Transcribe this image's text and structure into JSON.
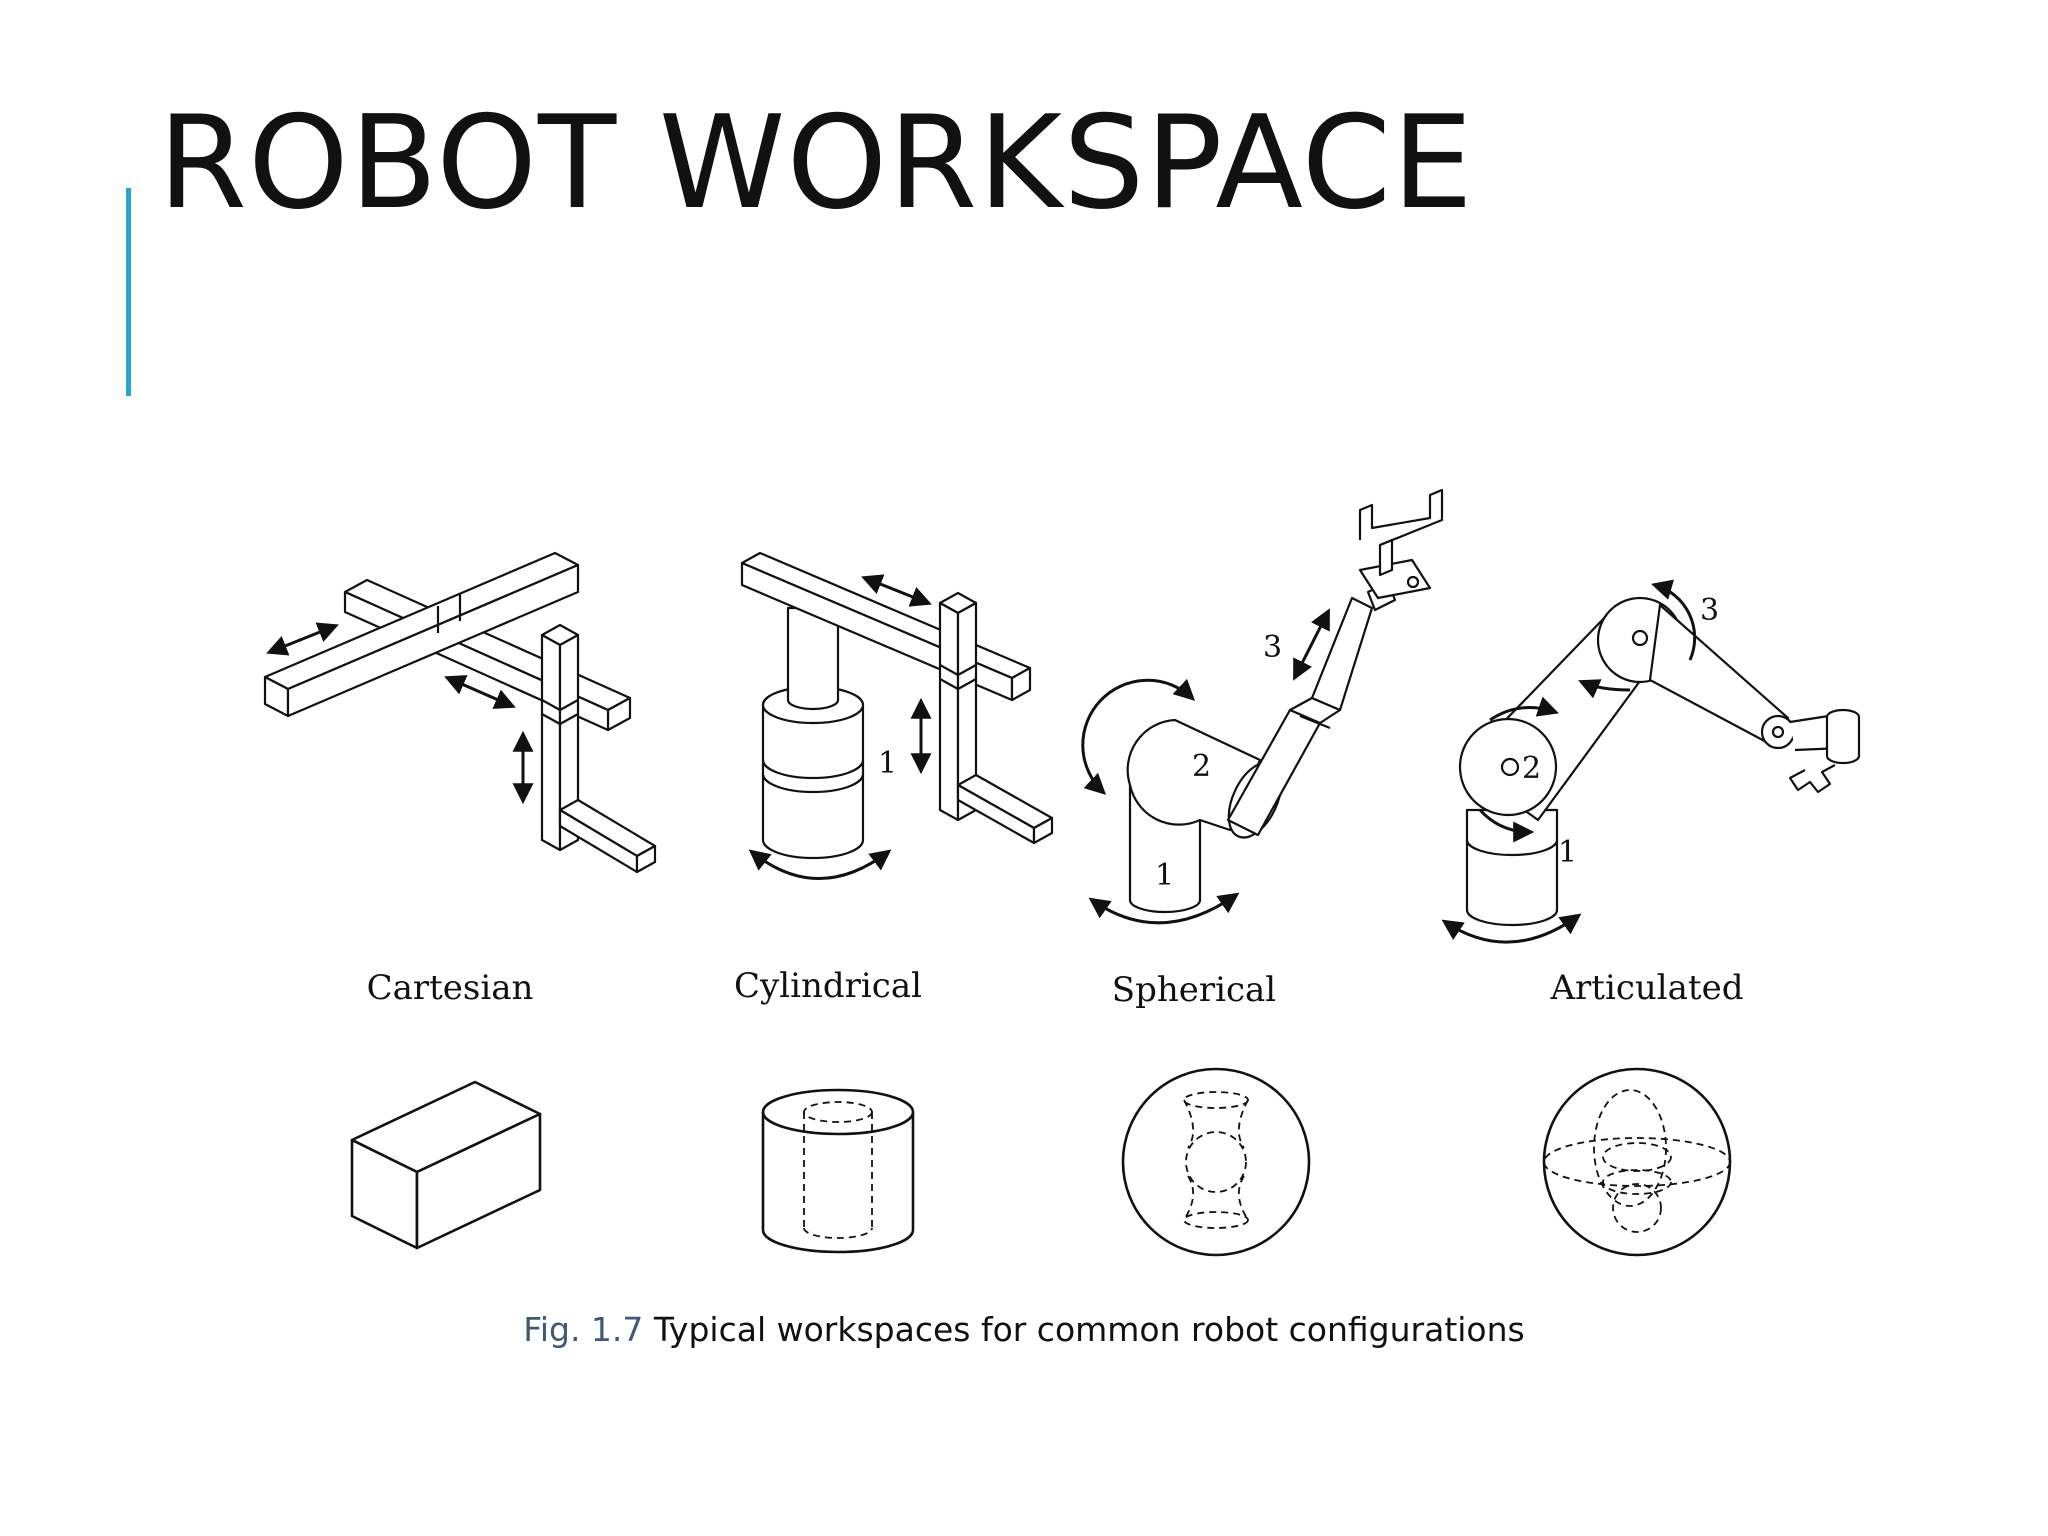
{
  "slide": {
    "title": "ROBOT WORKSPACE",
    "accent_color": "#2aa6cc"
  },
  "figure": {
    "configurations": [
      {
        "label": "Cartesian",
        "joint_labels": []
      },
      {
        "label": "Cylindrical",
        "joint_labels": [
          "1"
        ]
      },
      {
        "label": "Spherical",
        "joint_labels": [
          "1",
          "2",
          "3"
        ]
      },
      {
        "label": "Articulated",
        "joint_labels": [
          "1",
          "2",
          "3"
        ]
      }
    ],
    "caption_number": "Fig. 1.7",
    "caption_text": " Typical workspaces for common robot configurations",
    "caption_number_color": "#3d5a7a"
  }
}
